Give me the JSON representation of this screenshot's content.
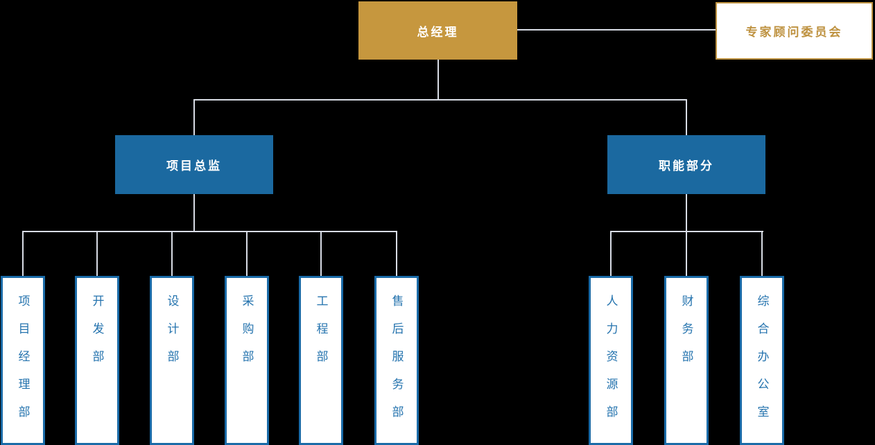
{
  "org": {
    "root": {
      "label": "总经理"
    },
    "advisory": {
      "label": "专家顾问委员会"
    },
    "branches": [
      {
        "label": "项目总监",
        "children": [
          {
            "label": "项目经理部"
          },
          {
            "label": "开发部"
          },
          {
            "label": "设计部"
          },
          {
            "label": "采购部"
          },
          {
            "label": "工程部"
          },
          {
            "label": "售后服务部"
          }
        ]
      },
      {
        "label": "职能部分",
        "children": [
          {
            "label": "人力资源部"
          },
          {
            "label": "财务部"
          },
          {
            "label": "综合办公室"
          }
        ]
      }
    ],
    "colors": {
      "background": "#000000",
      "gold_fill": "#C6973E",
      "gold_accent": "#BE9240",
      "blue_fill": "#1B69A0",
      "dept_border": "#1A6BA8",
      "dept_text": "#2473AE",
      "connector": "#D9DDE6",
      "header_text": "#FFFFFF"
    }
  }
}
